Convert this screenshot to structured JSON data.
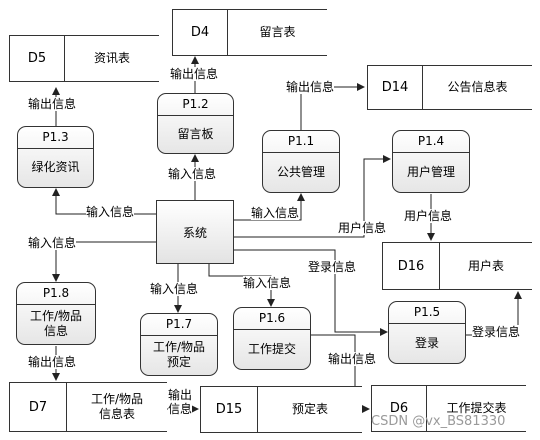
{
  "entity": {
    "label": "系统"
  },
  "processes": {
    "p11": {
      "id": "P1.1",
      "name": "公共管理"
    },
    "p12": {
      "id": "P1.2",
      "name": "留言板"
    },
    "p13": {
      "id": "P1.3",
      "name": "绿化资讯"
    },
    "p14": {
      "id": "P1.4",
      "name": "用户管理"
    },
    "p15": {
      "id": "P1.5",
      "name": "登录"
    },
    "p16": {
      "id": "P1.6",
      "name": "工作提交"
    },
    "p17": {
      "id": "P1.7",
      "name": "工作/物品\n预定"
    },
    "p18": {
      "id": "P1.8",
      "name": "工作/物品\n信息"
    }
  },
  "stores": {
    "d4": {
      "id": "D4",
      "name": "留言表"
    },
    "d5": {
      "id": "D5",
      "name": "资讯表"
    },
    "d14": {
      "id": "D14",
      "name": "公告信息表"
    },
    "d16": {
      "id": "D16",
      "name": "用户表"
    },
    "d7": {
      "id": "D7",
      "name": "工作/物品\n信息表"
    },
    "d15": {
      "id": "D15",
      "name": "预定表"
    },
    "d6": {
      "id": "D6",
      "name": "工作提交表"
    }
  },
  "flows": {
    "out_d4": "输出信息",
    "out_d5": "输出信息",
    "out_d14": "输出信息",
    "in_p12": "输入信息",
    "in_p13": "输入信息",
    "in_p11": "输入信息",
    "user_info_sys": "用户信息",
    "user_info_d16": "用户信息",
    "in_p18": "输入信息",
    "login_info_sys": "登录信息",
    "in_p17": "输入信息",
    "in_p16": "输入信息",
    "login_info_d16": "登录信息",
    "out_d7": "输出信息",
    "out_d15": "输出\n信息",
    "out_d6": "输出信息"
  },
  "watermark": "CSDN @vx_BS81330"
}
